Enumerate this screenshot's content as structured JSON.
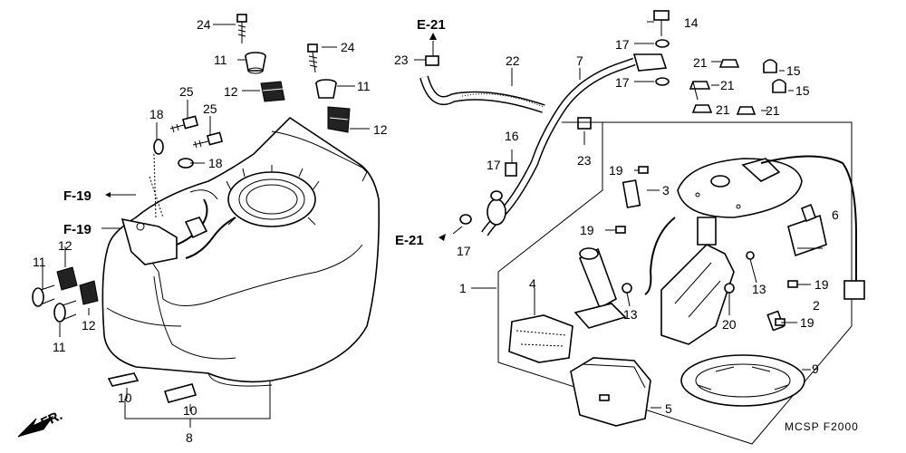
{
  "callouts": {
    "n24a": "24",
    "n24b": "24",
    "n11a": "11",
    "n11b": "11",
    "n11c": "11",
    "n11d": "11",
    "n12a": "12",
    "n12b": "12",
    "n12c": "12",
    "n12d": "12",
    "n25a": "25",
    "n25b": "25",
    "n18a": "18",
    "n18b": "18",
    "n10a": "10",
    "n10b": "10",
    "n8": "8",
    "e21a": "E-21",
    "e21b": "E-21",
    "f19a": "F-19",
    "f19b": "F-19",
    "n23a": "23",
    "n23b": "23",
    "n22": "22",
    "n7": "7",
    "n16": "16",
    "n17a": "17",
    "n17b": "17",
    "n17c": "17",
    "n17d": "17",
    "n14": "14",
    "n21a": "21",
    "n21b": "21",
    "n21c": "21",
    "n21d": "21",
    "n15a": "15",
    "n15b": "15",
    "n19a": "19",
    "n19b": "19",
    "n19c": "19",
    "n19d": "19",
    "n3": "3",
    "n6": "6",
    "n2": "2",
    "n1": "1",
    "n4": "4",
    "n5": "5",
    "n9": "9",
    "n13a": "13",
    "n13b": "13",
    "n20": "20"
  },
  "front_label": "FR.",
  "footer_code": "MCSP  F2000"
}
